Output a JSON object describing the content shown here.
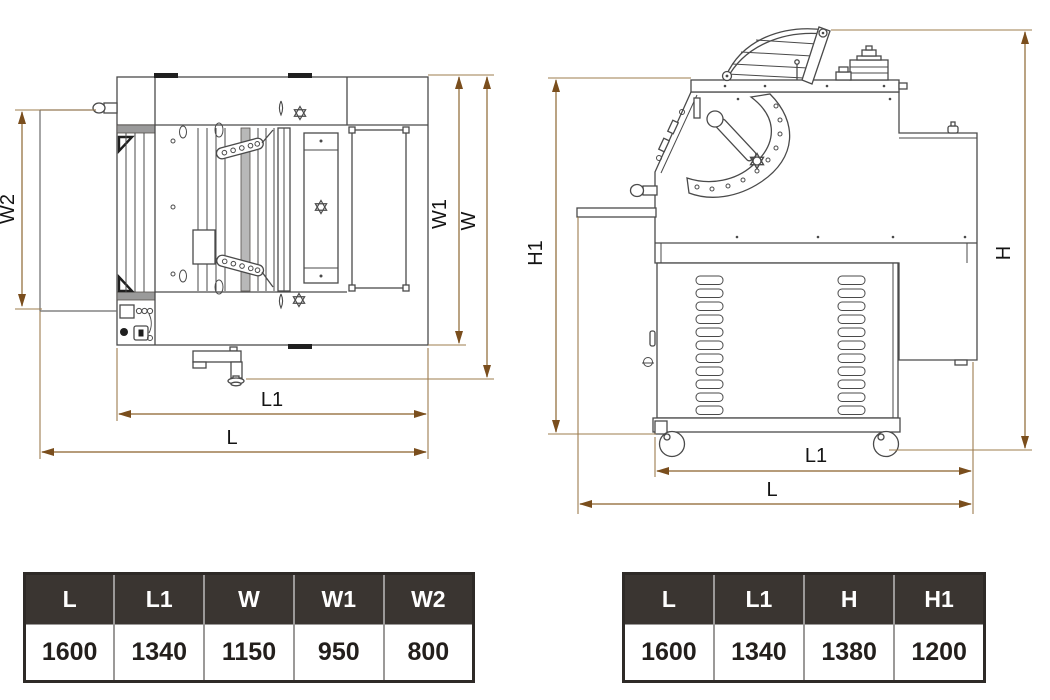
{
  "top_view": {
    "dim_labels": {
      "w2": "W2",
      "w1": "W1",
      "w": "W",
      "l1": "L1",
      "l": "L"
    },
    "table": {
      "headers": [
        "L",
        "L1",
        "W",
        "W1",
        "W2"
      ],
      "values": [
        "1600",
        "1340",
        "1150",
        "950",
        "800"
      ]
    }
  },
  "side_view": {
    "dim_labels": {
      "h1": "H1",
      "h": "H",
      "l1": "L1",
      "l": "L"
    },
    "table": {
      "headers": [
        "L",
        "L1",
        "H",
        "H1"
      ],
      "values": [
        "1600",
        "1340",
        "1380",
        "1200"
      ]
    }
  },
  "colors": {
    "dimension_line": "#9d7c4e",
    "dimension_arrow": "#7a4e1d",
    "drawing_line": "#4a4a4a",
    "table_header_bg": "#3a3531",
    "table_header_text": "#ffffff",
    "table_value_text": "#231f1c"
  }
}
